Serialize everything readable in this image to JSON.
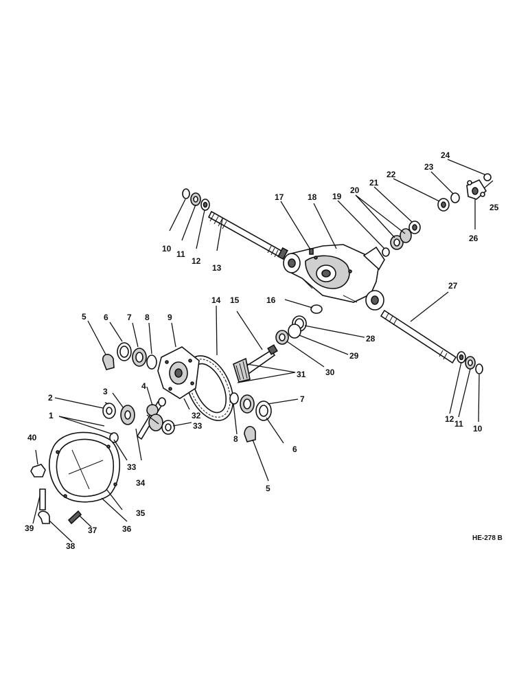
{
  "drawing_ref": "HE-278 B",
  "callouts": [
    "1",
    "2",
    "3",
    "4",
    "5",
    "6",
    "7",
    "8",
    "9",
    "10",
    "11",
    "12",
    "13",
    "14",
    "15",
    "16",
    "17",
    "18",
    "19",
    "20",
    "21",
    "22",
    "23",
    "24",
    "25",
    "26",
    "27",
    "28",
    "29",
    "30",
    "31",
    "32",
    "33",
    "34",
    "35",
    "36",
    "37",
    "38",
    "39",
    "40"
  ]
}
